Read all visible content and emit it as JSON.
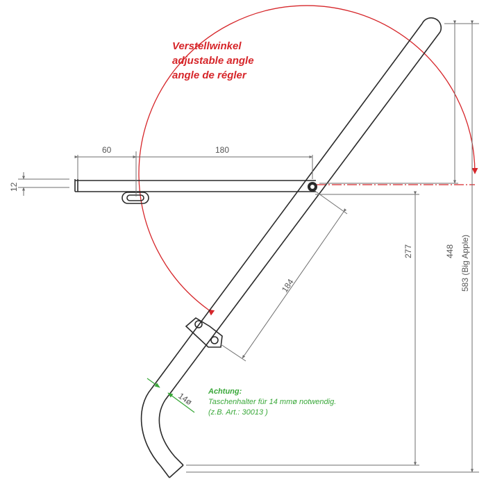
{
  "annotation_angle": {
    "lines": [
      "Verstellwinkel",
      "adjustable angle",
      "angle de régler"
    ]
  },
  "note": {
    "title": "Achtung:",
    "lines": [
      "Taschenhalter für 14 mmø notwendig.",
      "(z.B. Art.: 30013 )"
    ]
  },
  "dimensions": {
    "d60": "60",
    "d180": "180",
    "d12": "12",
    "d184": "184",
    "d277": "277",
    "d448": "448",
    "d583": "583 (Big Apple)",
    "d14": "14ø"
  },
  "colors": {
    "arc": "#d6262a",
    "note": "#3aa83a",
    "drawing": "#2a2a2a",
    "dimension": "#6d6d6d"
  }
}
